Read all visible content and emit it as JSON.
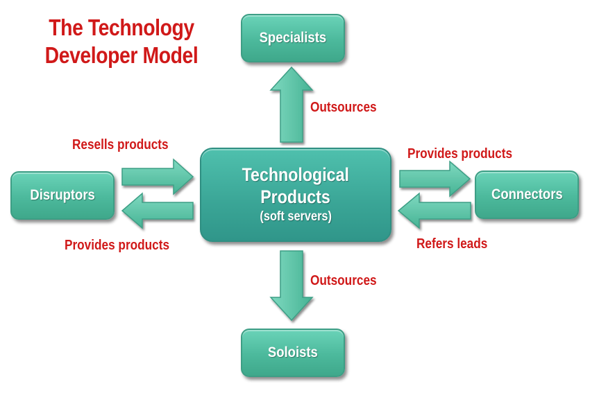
{
  "title": {
    "line1": "The Technology",
    "line2": "Developer Model"
  },
  "nodes": {
    "center": {
      "line1": "Technological",
      "line2": "Products",
      "line3": "(soft servers)"
    },
    "top": "Specialists",
    "bottom": "Soloists",
    "left": "Disruptors",
    "right": "Connectors"
  },
  "relations": {
    "to_top": "Outsources",
    "to_bottom": "Outsources",
    "left_in": "Resells products",
    "left_out": "Provides products",
    "right_out": "Provides products",
    "right_in": "Refers leads"
  },
  "colors": {
    "box_fill": "#4cb99c",
    "center_fill": "#3aa596",
    "arrow_fill": "#5cc6a9",
    "label_text": "#d01919",
    "box_text": "#ffffff"
  }
}
